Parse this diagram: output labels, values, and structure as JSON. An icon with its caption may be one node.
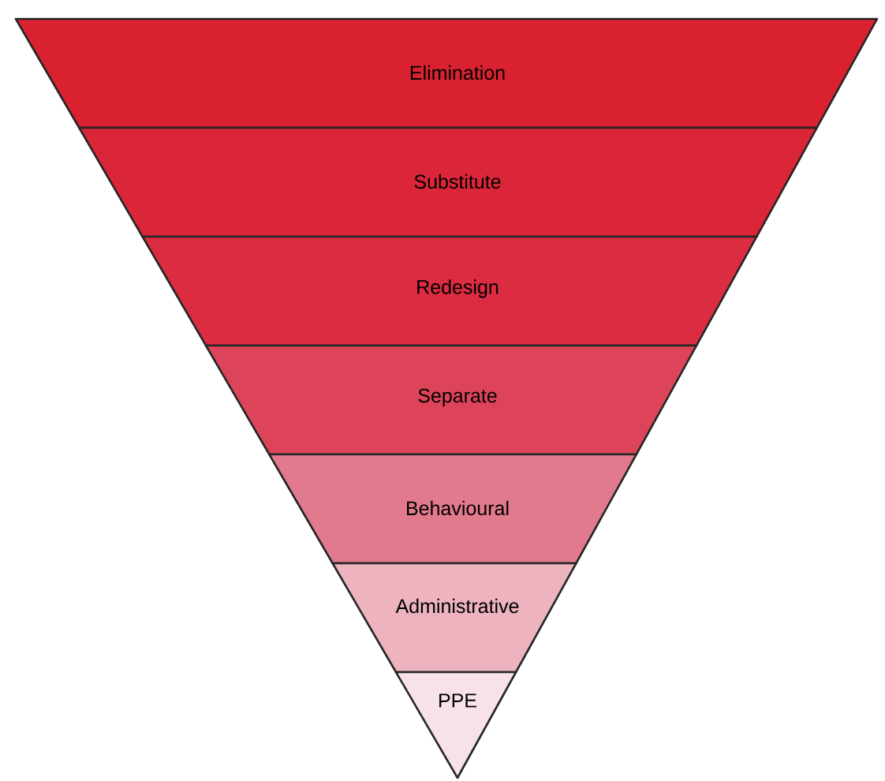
{
  "diagram": {
    "nodes": [
      {
        "text": [
          "Elimination"
        ]
      },
      {
        "text": [
          "Substitute"
        ]
      },
      {
        "text": [
          "Redesign"
        ]
      },
      {
        "text": [
          "Separate"
        ]
      },
      {
        "text": [
          "Behavioural"
        ]
      },
      {
        "text": [
          "Administrative"
        ]
      },
      {
        "text": [
          "PPE"
        ]
      }
    ]
  }
}
